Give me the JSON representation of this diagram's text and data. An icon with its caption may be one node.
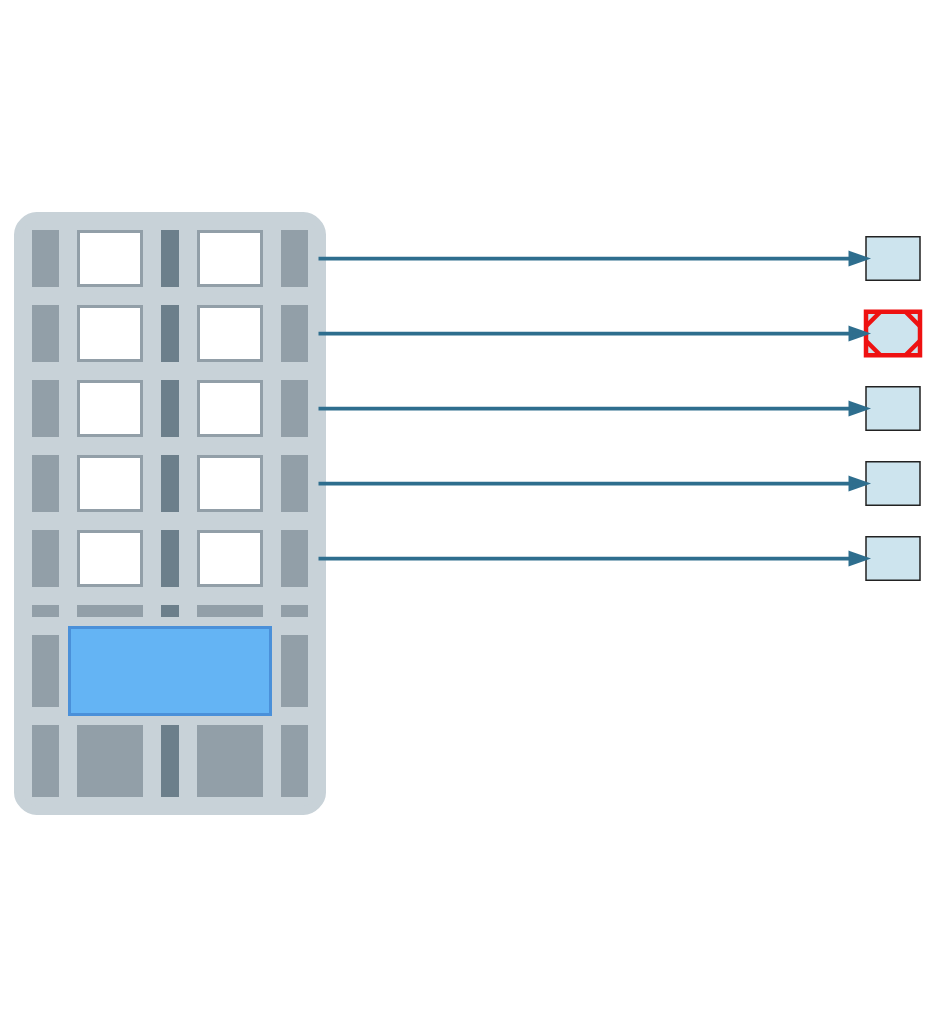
{
  "diagram": {
    "nodes": [
      {
        "text": [],
        "shape": "slider"
      },
      {
        "text": [],
        "shape": "box"
      },
      {
        "text": [],
        "shape": "cross"
      },
      {
        "text": [],
        "shape": "box"
      },
      {
        "text": [],
        "shape": "box"
      },
      {
        "text": [],
        "shape": "box"
      }
    ],
    "edges": [
      {
        "from": 0,
        "to": 1,
        "arrow": "to"
      },
      {
        "from": 0,
        "to": 2,
        "arrow": "to"
      },
      {
        "from": 0,
        "to": 3,
        "arrow": "to"
      },
      {
        "from": 0,
        "to": 4,
        "arrow": "to"
      },
      {
        "from": 0,
        "to": 5,
        "arrow": "to"
      }
    ]
  }
}
